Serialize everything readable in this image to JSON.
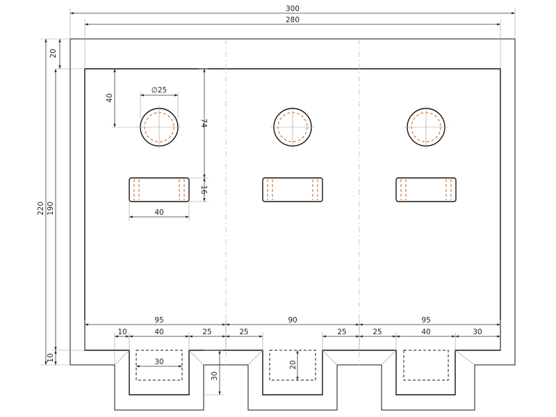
{
  "dimensions": {
    "overall_width": "300",
    "inner_width": "280",
    "top_margin": "20",
    "hole_offset": "40",
    "hole_diameter": "∅25",
    "hole_to_slot": "74",
    "slot_height": "16",
    "slot_width": "40",
    "overall_height": "220",
    "inner_height": "190",
    "bottom_margin": "10",
    "tab_depth": "30",
    "section_left": "95",
    "section_middle": "90",
    "section_right": "95",
    "seg_10": "10",
    "seg_40_left": "40",
    "seg_25_a": "25",
    "seg_25_b": "25",
    "seg_25_c": "25",
    "seg_25_d": "25",
    "seg_40_right": "40",
    "seg_30": "30",
    "cutout_width": "30",
    "cutout_height": "20"
  },
  "colors": {
    "outline": "#111111",
    "hidden_lines": "#d2691e",
    "center_lines": "#bbbbbb",
    "extension_lines": "#999999"
  }
}
